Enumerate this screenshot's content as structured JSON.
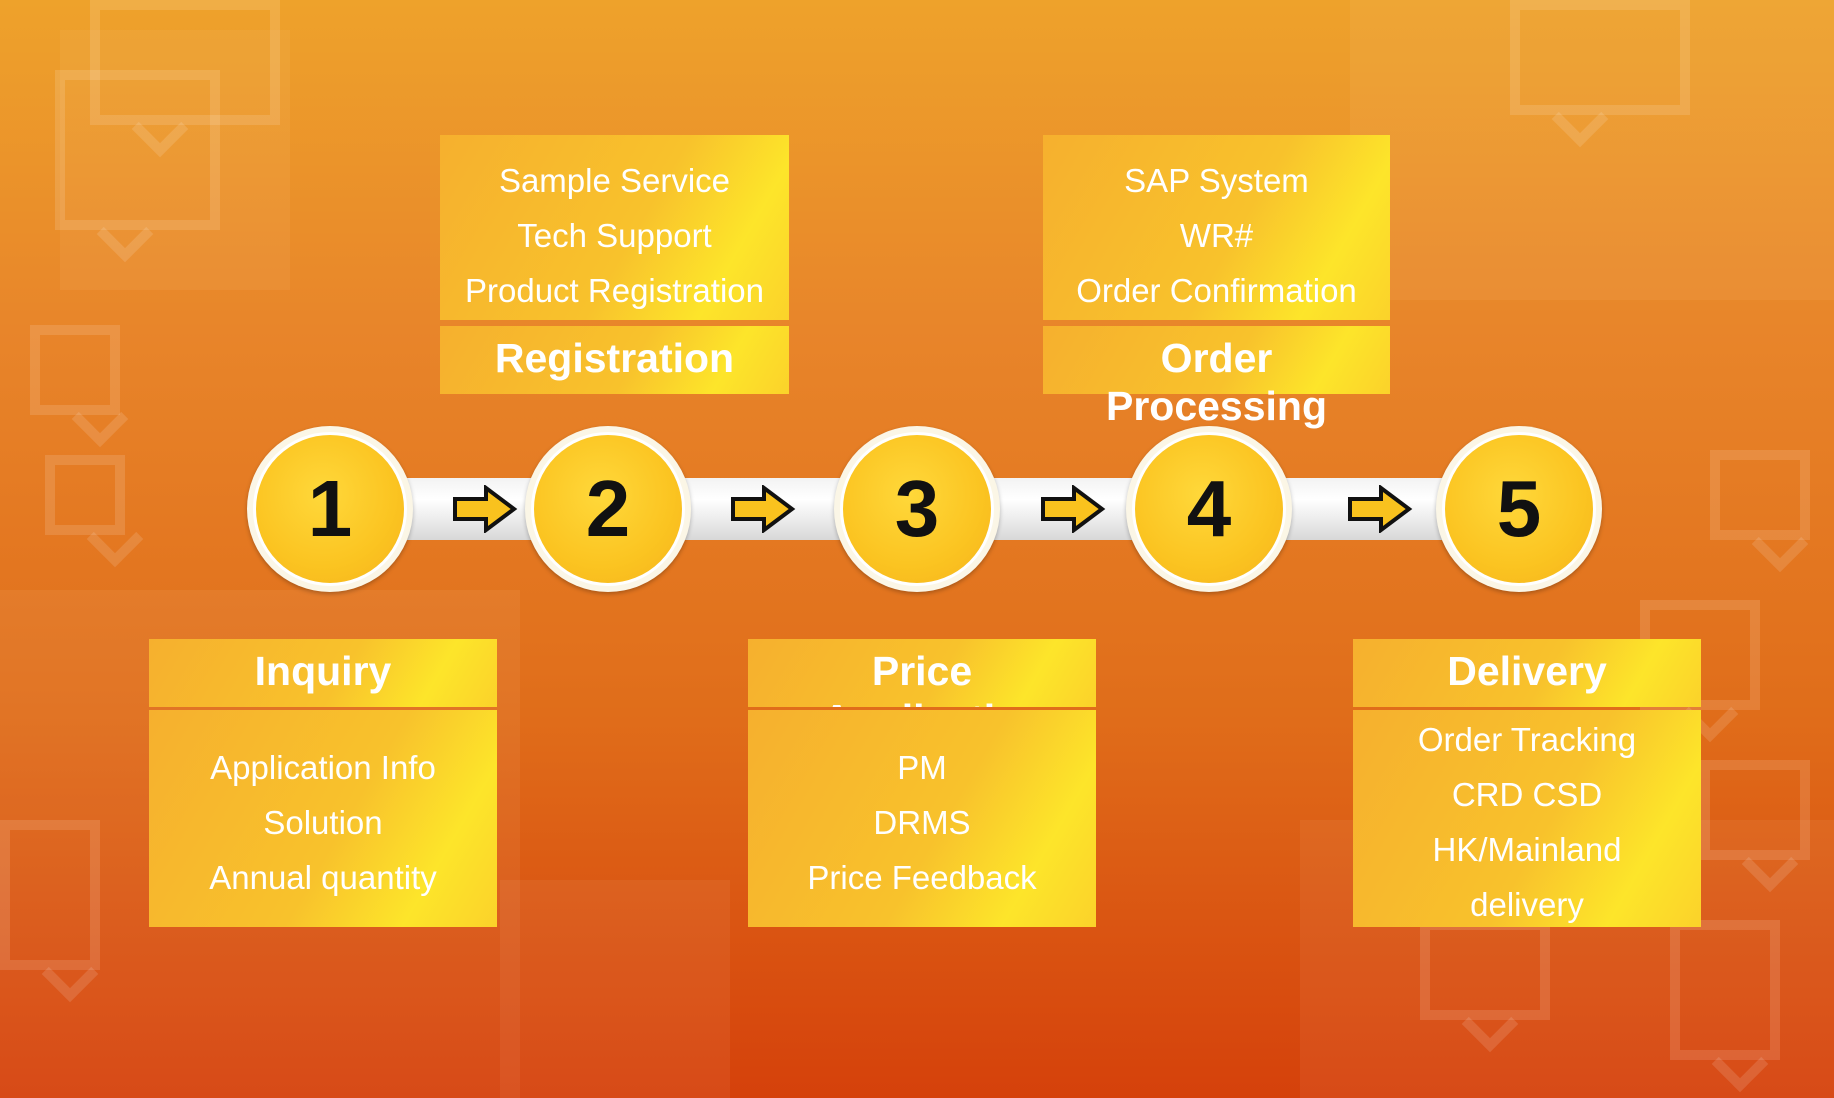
{
  "steps": [
    {
      "number": "1",
      "title": "Inquiry",
      "items": [
        "Application Info",
        "Solution",
        "Annual quantity"
      ]
    },
    {
      "number": "2",
      "title": "Registration",
      "items": [
        "Sample Service",
        "Tech Support",
        "Product Registration"
      ]
    },
    {
      "number": "3",
      "title": "Price Application",
      "items": [
        "PM",
        "DRMS",
        "Price Feedback"
      ]
    },
    {
      "number": "4",
      "title": "Order Processing",
      "items": [
        "SAP System",
        "WR#",
        "Order Confirmation"
      ]
    },
    {
      "number": "5",
      "title": "Delivery",
      "items": [
        "Order Tracking",
        "CRD CSD",
        "HK/Mainland delivery"
      ]
    }
  ],
  "colors": {
    "background_top": "#eea22b",
    "background_bottom": "#d5410b",
    "box_fill": "#f8c22c",
    "box_highlight": "#fde52a",
    "circle_fill": "#fbc421",
    "number_text": "#111111",
    "box_text": "#ffffff"
  }
}
